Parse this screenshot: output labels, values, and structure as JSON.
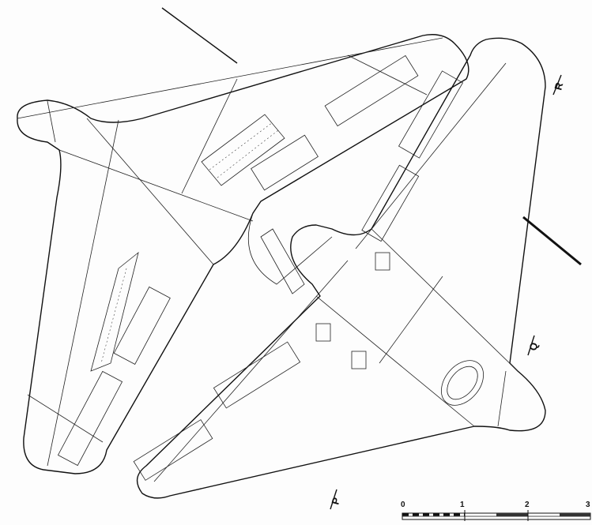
{
  "section_labels": {
    "p": "P",
    "q": "Q",
    "r": "R"
  },
  "scale_bar": {
    "ticks": [
      "0",
      "1",
      "2",
      "3"
    ]
  }
}
